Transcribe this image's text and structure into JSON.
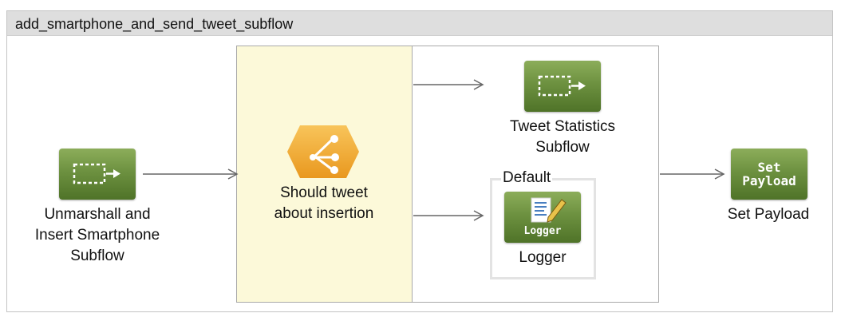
{
  "flow": {
    "title": "add_smartphone_and_send_tweet_subflow"
  },
  "nodes": {
    "unmarshall": {
      "label_lines": [
        "Unmarshall and",
        "Insert Smartphone",
        "Subflow"
      ],
      "icon": "subflow-ref-icon"
    },
    "choice": {
      "label_lines": [
        "Should tweet",
        "about insertion"
      ],
      "icon": "choice-router-icon"
    },
    "tweet_stats": {
      "label_lines": [
        "Tweet Statistics",
        "Subflow"
      ],
      "icon": "subflow-ref-icon"
    },
    "default_route": {
      "label": "Default"
    },
    "logger": {
      "label": "Logger",
      "icon_text": "Logger",
      "icon": "logger-icon"
    },
    "set_payload": {
      "label": "Set Payload",
      "icon_text_1": "Set",
      "icon_text_2": "Payload",
      "icon": "set-payload-icon"
    }
  },
  "colors": {
    "node_green": "#6d9140",
    "choice_orange": "#f0a830",
    "choice_bg": "#fcf9d9",
    "arrow": "#666666"
  }
}
